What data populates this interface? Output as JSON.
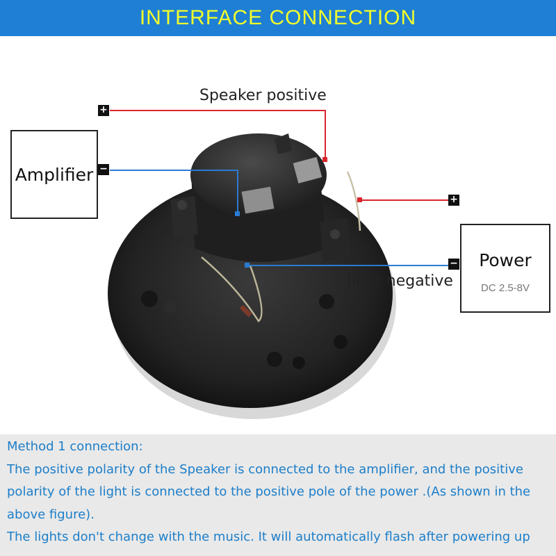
{
  "header": {
    "title": "INTERFACE CONNECTION"
  },
  "diagram": {
    "amplifier_label": "Amplifier",
    "power_label": "Power",
    "power_spec": "DC 2.5-8V",
    "speaker_positive_label": "Speaker positive",
    "light_negative_label": "light negative",
    "plus_symbol": "+",
    "minus_symbol": "−",
    "positive_wire_color": "#d9262b",
    "negative_wire_color": "#2a7bd1"
  },
  "method": {
    "lines": [
      "Method 1 connection:",
      "The positive polarity of the Speaker is connected to the amplifier, and the positive",
      "polarity of the light is connected to the positive pole of the power .(As shown in the",
      "above figure).",
      "The lights don't change with the music. It will automatically flash after powering up"
    ]
  }
}
